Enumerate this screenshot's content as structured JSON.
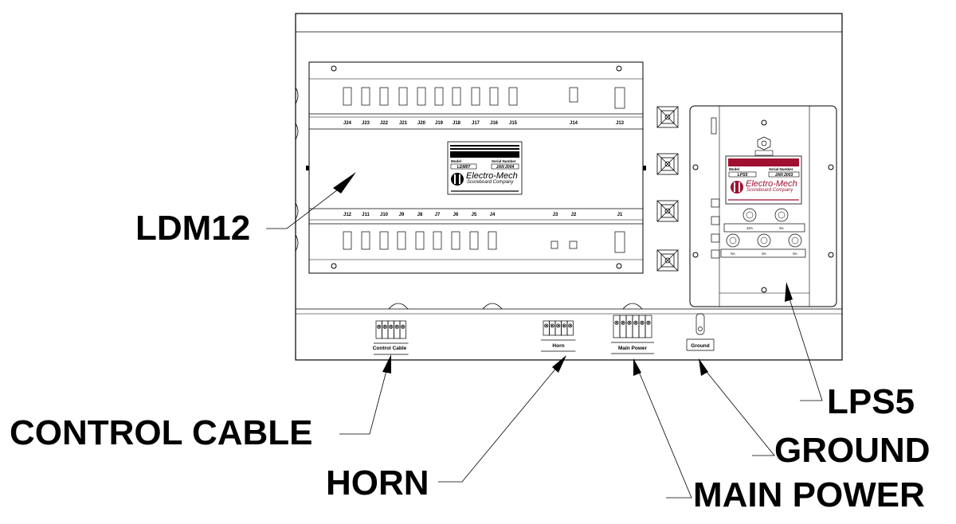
{
  "callouts": {
    "ldm12": "LDM12",
    "control_cable": "CONTROL CABLE",
    "horn": "HORN",
    "lps5": "LPS5",
    "ground": "GROUND",
    "main_power": "MAIN POWER"
  },
  "ldm_jacks_top": [
    "J24",
    "J23",
    "J22",
    "J21",
    "J20",
    "J19",
    "J18",
    "J17",
    "J16",
    "J15",
    "J14",
    "J13"
  ],
  "ldm_jacks_bottom": [
    "J12",
    "J11",
    "J10",
    "J9",
    "J8",
    "J7",
    "J6",
    "J5",
    "J4",
    "J3",
    "J2",
    "J1"
  ],
  "ldm_label": {
    "model_caption": "Model",
    "serial_caption": "Serial Number",
    "model": "LDM07",
    "serial": "JAN 2004",
    "brand": "Electro-Mech",
    "brand_sub": "Scoreboard Company"
  },
  "lps_label": {
    "model_caption": "Model",
    "serial_caption": "Serial Number",
    "model": "LPS5",
    "serial": "JAN 2003",
    "brand": "Electro-Mech",
    "brand_sub": "Scoreboard Company"
  },
  "lps_fuse_labels_top": [
    "10A",
    "5A"
  ],
  "lps_fuse_labels_bottom": [
    "5A",
    "5A",
    "5A"
  ],
  "terminal_labels": {
    "control_cable": "Control Cable",
    "horn": "Horn",
    "main_power": "Main Power",
    "ground": "Ground"
  },
  "colors": {
    "ink": "#000000",
    "label_red": "#a01030"
  }
}
